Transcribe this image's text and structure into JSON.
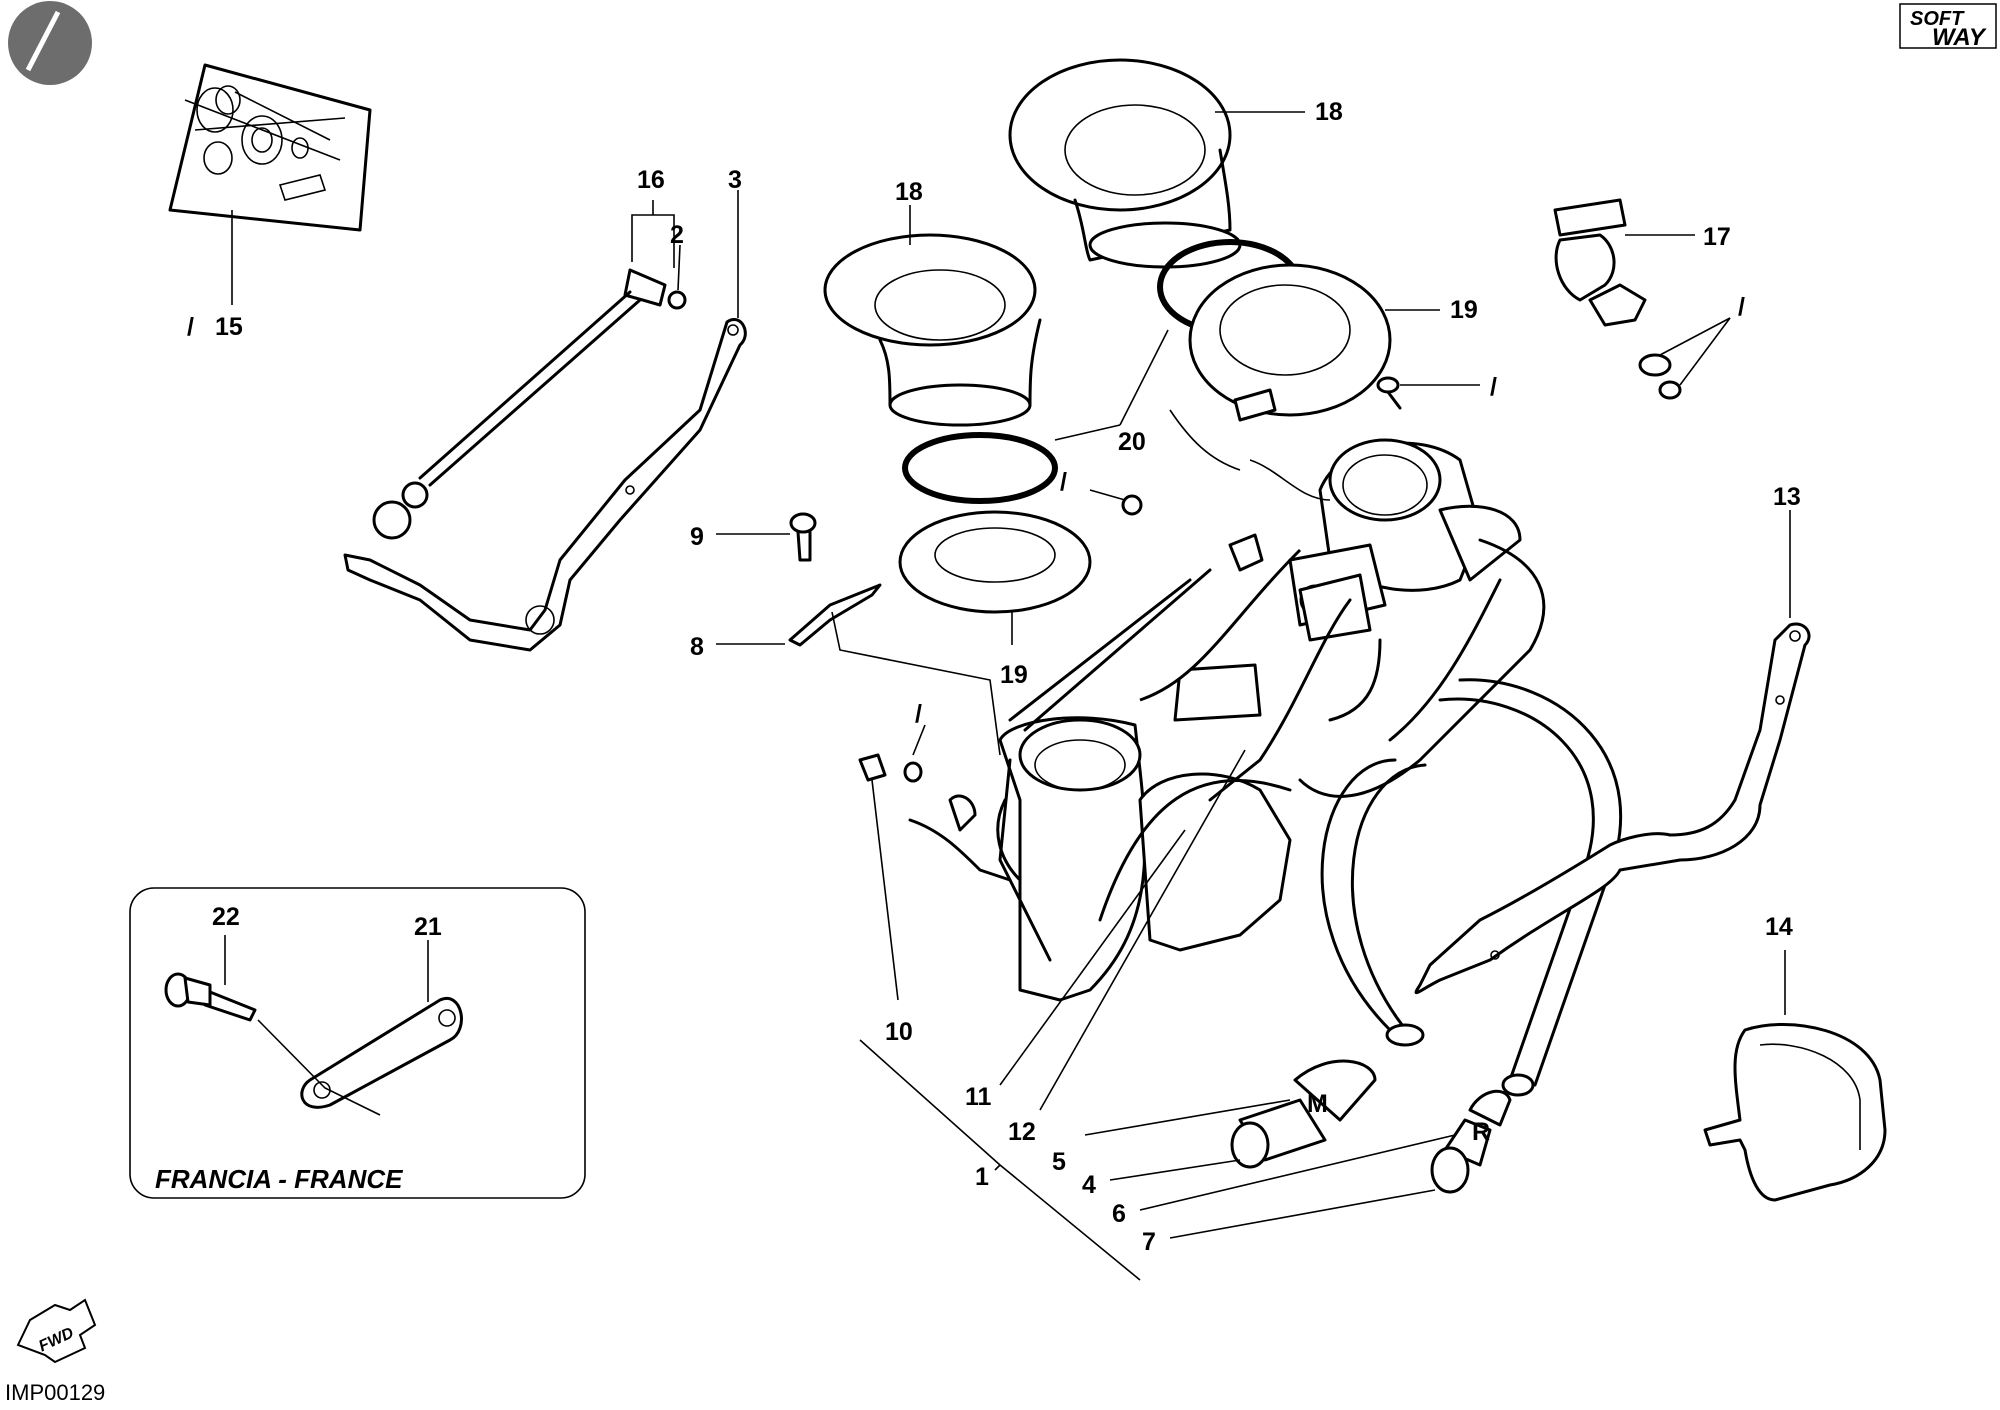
{
  "drawing_code": "IMP00129",
  "logo": {
    "line1": "SOFT",
    "line2": "WAY"
  },
  "fwd_label": "FWD",
  "inset": {
    "caption": "FRANCIA - FRANCE",
    "callouts": [
      "22",
      "21"
    ]
  },
  "callouts": {
    "c1": "1",
    "c2": "2",
    "c3": "3",
    "c4": "4",
    "c5": "5",
    "c6": "6",
    "c7": "7",
    "c8": "8",
    "c9": "9",
    "c10": "10",
    "c11": "11",
    "c12": "12",
    "c13": "13",
    "c14": "14",
    "c15": "15",
    "c16": "16",
    "c17": "17",
    "c18a": "18",
    "c18b": "18",
    "c19a": "19",
    "c19b": "19",
    "c20": "20"
  },
  "marks": {
    "slash": "/"
  }
}
